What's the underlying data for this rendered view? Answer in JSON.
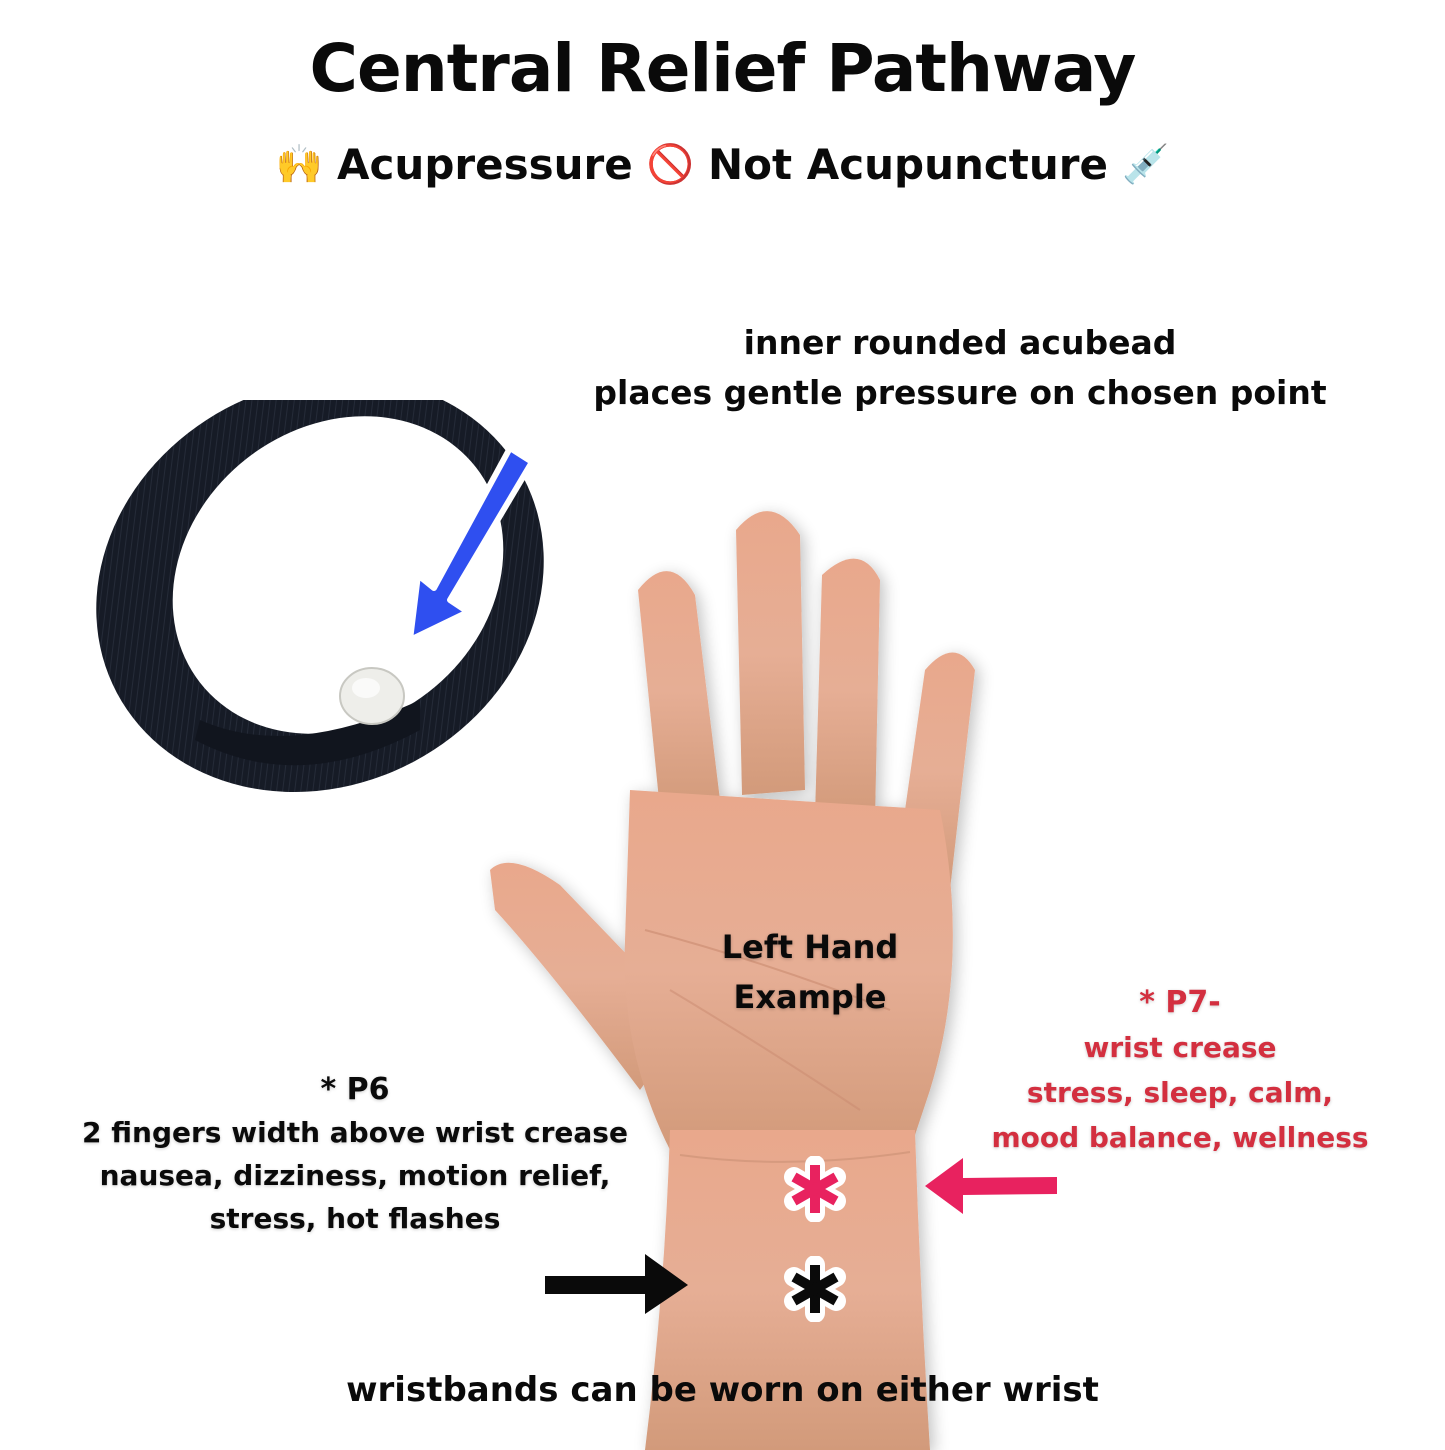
{
  "header": {
    "title": "Central Relief Pathway",
    "subtitle": {
      "icon_left": "raised-hands-icon",
      "icon_left_glyph": "🙌",
      "text_a": "Acupressure",
      "icon_mid": "prohibited-icon",
      "icon_mid_glyph": "🚫",
      "text_b": "Not Acupuncture",
      "icon_right": "syringe-icon",
      "icon_right_glyph": "💉"
    }
  },
  "wristband": {
    "description_line1": "inner rounded acubead",
    "description_line2": "places gentle pressure on chosen point",
    "arrow_color": "#2f4ff0",
    "band_color": "#151a24",
    "bead_color": "#eeeeea"
  },
  "hand": {
    "label_line1": "Left Hand",
    "label_line2": "Example",
    "skin_color": "#e2a88c"
  },
  "points": {
    "p7": {
      "heading": "* P7-",
      "line1": "wrist crease",
      "line2": "stress, sleep, calm,",
      "line3": "mood balance, wellness",
      "color": "#d32f3f",
      "marker_color": "#e8225f"
    },
    "p6": {
      "heading": "* P6",
      "line1": "2 fingers width above wrist crease",
      "line2": "nausea, dizziness, motion relief,",
      "line3": "stress, hot flashes",
      "marker_color": "#0a0a0a"
    }
  },
  "footer": {
    "text": "wristbands can be worn on either wrist"
  }
}
